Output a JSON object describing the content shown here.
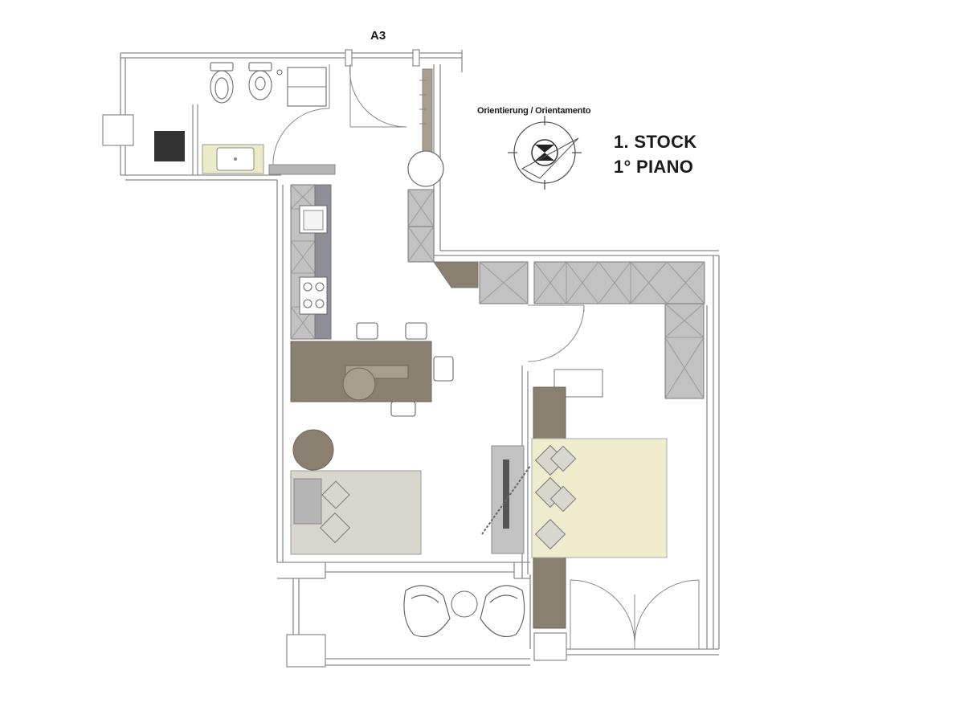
{
  "plan": {
    "unit_label": "A3",
    "orientation_label": "Orientierung / Orientamento",
    "floor_label_de": "1. STOCK",
    "floor_label_it": "1° PIANO"
  },
  "colors": {
    "wall": "#b5b5b5",
    "wall_outline": "#8a8a8a",
    "wood": "#8a8070",
    "wood_light": "#a79e8d",
    "cabinet": "#c2c2c2",
    "countertop": "#8e8e96",
    "double_bed": "#eeeccd",
    "sofa_bed": "#d9d6cd",
    "bath_tile": "#ecebc8",
    "shower_drain": "#333333"
  },
  "icons": {
    "compass": "compass-rose-icon",
    "toilet": "toilet-icon",
    "bidet": "bidet-icon",
    "sink": "sink-icon",
    "cooktop": "cooktop-icon",
    "armchair": "armchair-icon",
    "tv": "tv-icon"
  }
}
